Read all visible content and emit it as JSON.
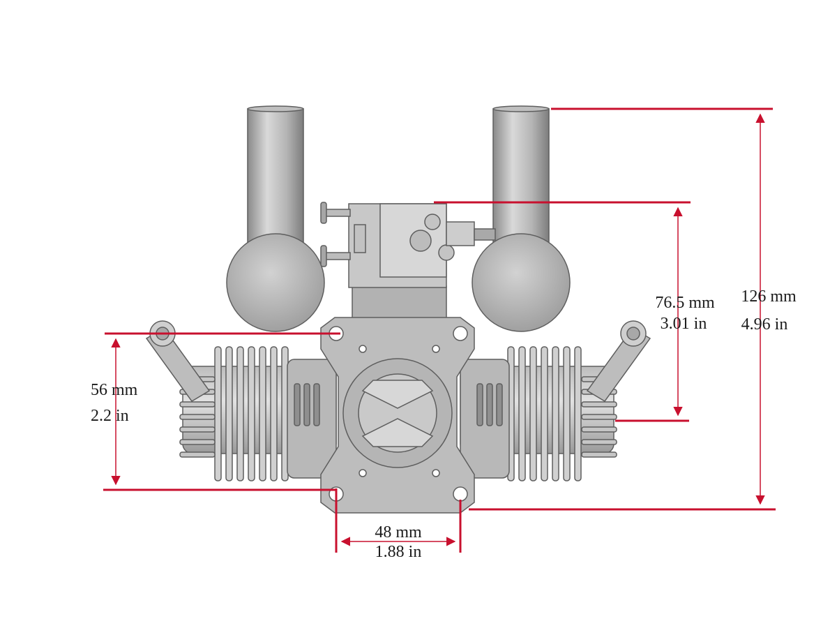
{
  "colors": {
    "dimension_line": "#c8102e",
    "engine_light": "#d6d6d6",
    "engine_mid": "#a9a9a9",
    "engine_dark": "#6f6f6f",
    "outline": "#5a5a5a"
  },
  "dimensions": {
    "total_height": {
      "mm": "126 mm",
      "in": "4.96 in"
    },
    "carb_height": {
      "mm": "76.5 mm",
      "in": "3.01 in"
    },
    "mount_height": {
      "mm": "56 mm",
      "in": "2.2 in"
    },
    "mount_width": {
      "mm": "48 mm",
      "in": "1.88 in"
    }
  }
}
